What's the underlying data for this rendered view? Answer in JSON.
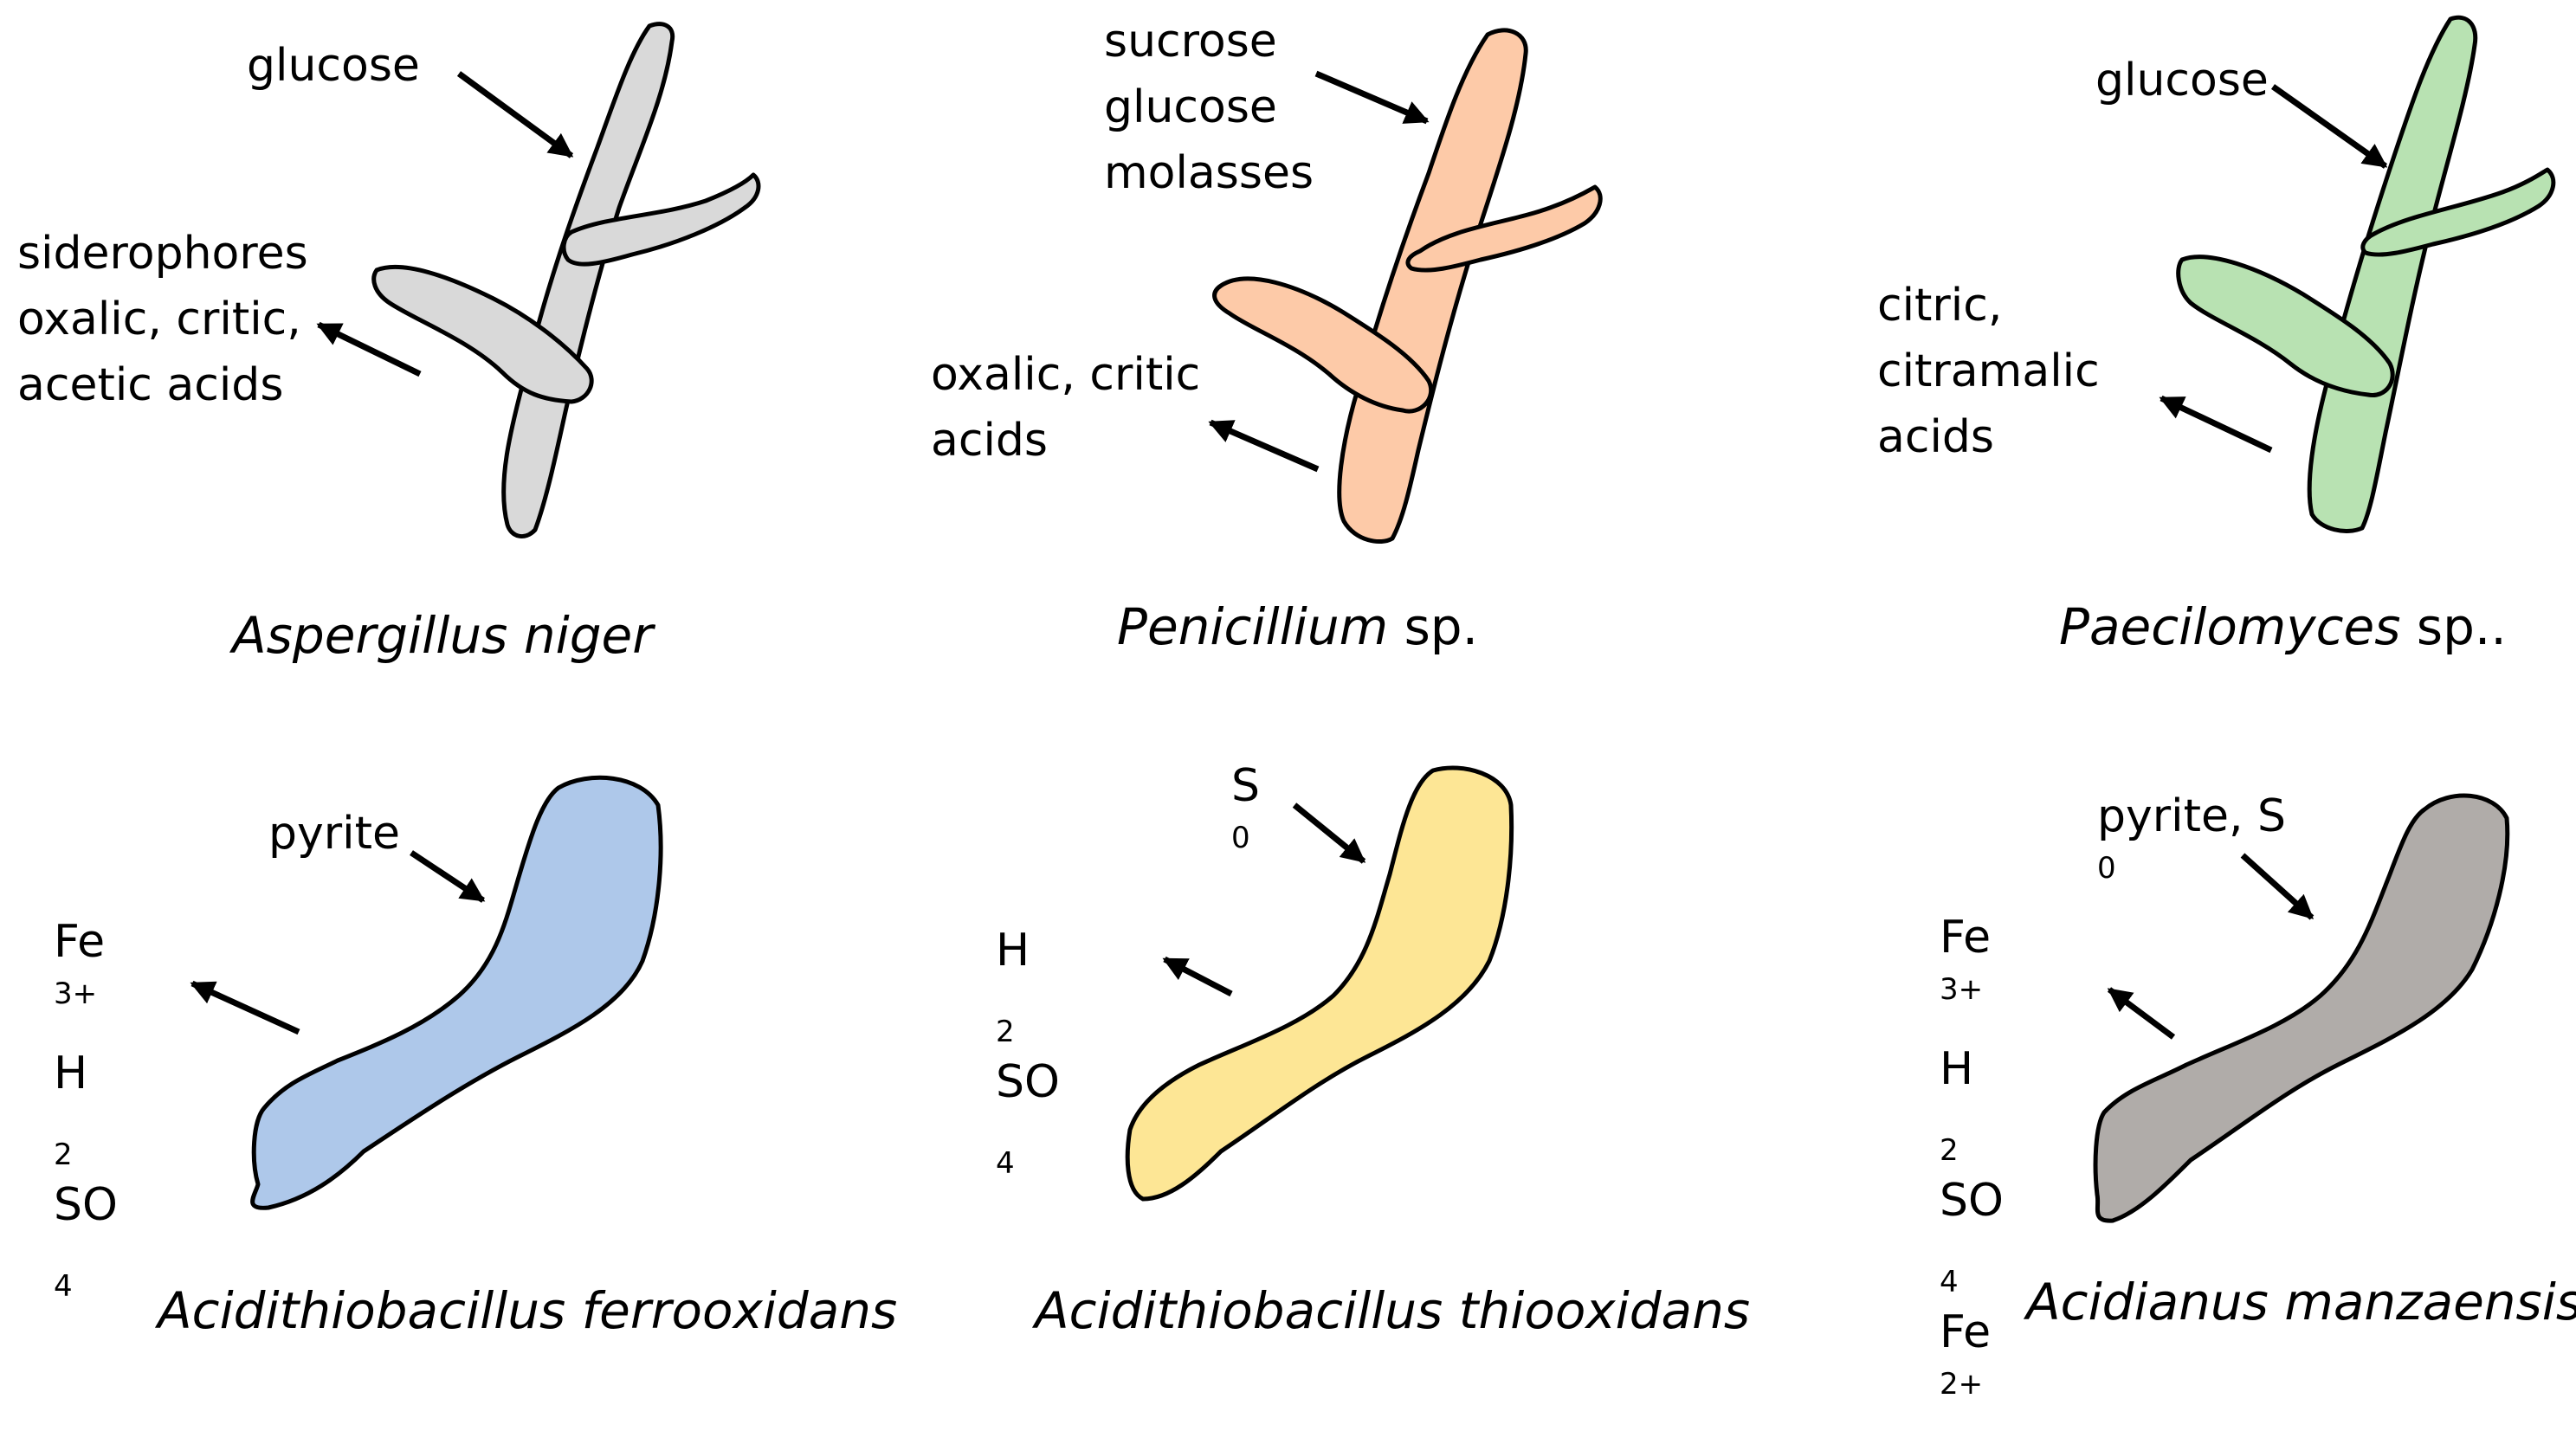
{
  "colors": {
    "outline": "#000000",
    "aspergillus": "#d9d9d9",
    "penicillium": "#fdcaa8",
    "paecilomyces": "#b8e2b2",
    "ferrooxidans": "#aec8ea",
    "thiooxidans": "#fde695",
    "manzaensis": "#b0aca9"
  },
  "organisms": {
    "aspergillus": {
      "genus": "Aspergillus niger",
      "suffix": "",
      "input": [
        "glucose"
      ],
      "output": [
        "siderophores",
        "oxalic, critic,",
        "acetic acids"
      ]
    },
    "penicillium": {
      "genus": "Penicillium",
      "suffix": " sp.",
      "input": [
        "sucrose",
        "glucose",
        "molasses"
      ],
      "output": [
        "oxalic, critic",
        "acids"
      ]
    },
    "paecilomyces": {
      "genus": "Paecilomyces",
      "suffix": " sp..",
      "input": [
        "glucose"
      ],
      "output": [
        "citric,",
        "citramalic",
        "acids"
      ]
    },
    "ferrooxidans": {
      "genus": "Acidithiobacillus ferrooxidans",
      "suffix": "",
      "input": {
        "text": "pyrite"
      },
      "output": {
        "fe": "Fe",
        "fe_sup": "3+",
        "h": "H",
        "h_sub": "2",
        "so": "SO",
        "so_sub": "4"
      }
    },
    "thiooxidans": {
      "genus": "Acidithiobacillus thiooxidans",
      "suffix": "",
      "input": {
        "s": "S",
        "s_sup": "0"
      },
      "output": {
        "h": "H",
        "h_sub": "2",
        "so": "SO",
        "so_sub": "4"
      }
    },
    "manzaensis": {
      "genus": "Acidianus manzaensis",
      "suffix": "",
      "input": {
        "text": "pyrite, S",
        "s_sup": "0"
      },
      "output": {
        "fe": "Fe",
        "fe_sup": "3+",
        "h": "H",
        "h_sub": "2",
        "so": "SO",
        "so_sub": "4",
        "fe2": "Fe",
        "fe2_sup": "2+"
      }
    }
  }
}
